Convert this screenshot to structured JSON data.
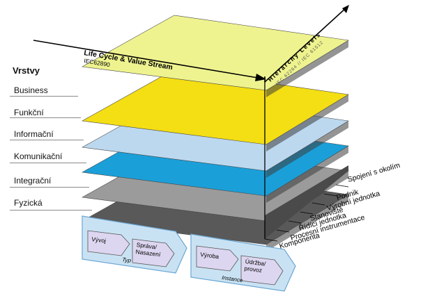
{
  "title": "Vrstvy",
  "layers": [
    {
      "label": "Business",
      "color": "#eef38f"
    },
    {
      "label": "Funkční",
      "color": "#f4de14"
    },
    {
      "label": "Informační",
      "color": "#bcd8ef"
    },
    {
      "label": "Komunikační",
      "color": "#1b9fd8"
    },
    {
      "label": "Integrační",
      "color": "#9b9b9b"
    },
    {
      "label": "Fyzická",
      "color": "#595959"
    }
  ],
  "axes": {
    "lifecycle_title": "Life Cycle &  Value Stream",
    "lifecycle_std": "IEC62890",
    "hierarchy_title": "Hierarchy Levels",
    "hierarchy_std": "IEC 62264 // IEC 61512"
  },
  "hierarchy_levels": [
    "Spojení s okolím",
    "Podnik",
    "Výrobní jednotka",
    "Stanoviště",
    "Řídící jednotka",
    "Procesní instrumentace",
    "Komponenta"
  ],
  "lifecycle_groups": [
    {
      "name": "Typ",
      "steps": [
        "Vývoj",
        "Správa/ Nasazení"
      ]
    },
    {
      "name": "Instance",
      "steps": [
        "Výroba",
        "Údržba/ provoz"
      ]
    }
  ],
  "colors": {
    "arrow_fill": "#c9e2f3",
    "arrow_stroke": "#6aa7d4",
    "step_fill": "#ddd6f0",
    "step_stroke": "#555555"
  }
}
